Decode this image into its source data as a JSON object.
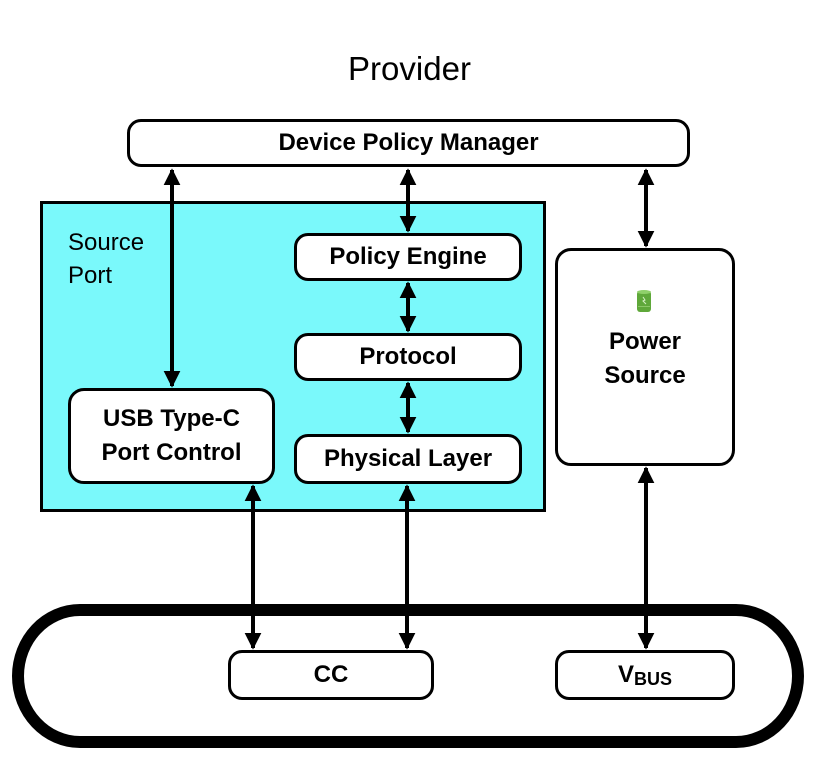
{
  "title": "Provider",
  "blocks": {
    "device_policy_manager": "Device Policy Manager",
    "source_port": {
      "line1": "Source",
      "line2": "Port"
    },
    "policy_engine": "Policy Engine",
    "protocol": "Protocol",
    "physical_layer": "Physical Layer",
    "usb_type_c": {
      "line1": "USB Type-C",
      "line2": "Port Control"
    },
    "power_source": {
      "line1": "Power",
      "line2": "Source",
      "icon": "battery-icon"
    },
    "cc": "CC",
    "vbus": {
      "main": "V",
      "sub": "BUS"
    }
  },
  "colors": {
    "source_port_fill": "#7af9fb",
    "battery_green": "#5fa83a"
  },
  "connections": [
    {
      "from": "Device Policy Manager",
      "to": "USB Type-C Port Control",
      "direction": "both"
    },
    {
      "from": "Device Policy Manager",
      "to": "Policy Engine",
      "direction": "both"
    },
    {
      "from": "Device Policy Manager",
      "to": "Power Source",
      "direction": "both"
    },
    {
      "from": "Policy Engine",
      "to": "Protocol",
      "direction": "both"
    },
    {
      "from": "Protocol",
      "to": "Physical Layer",
      "direction": "both"
    },
    {
      "from": "USB Type-C Port Control",
      "to": "CC",
      "direction": "both"
    },
    {
      "from": "Physical Layer",
      "to": "CC",
      "direction": "both"
    },
    {
      "from": "Power Source",
      "to": "VBUS",
      "direction": "both"
    }
  ]
}
